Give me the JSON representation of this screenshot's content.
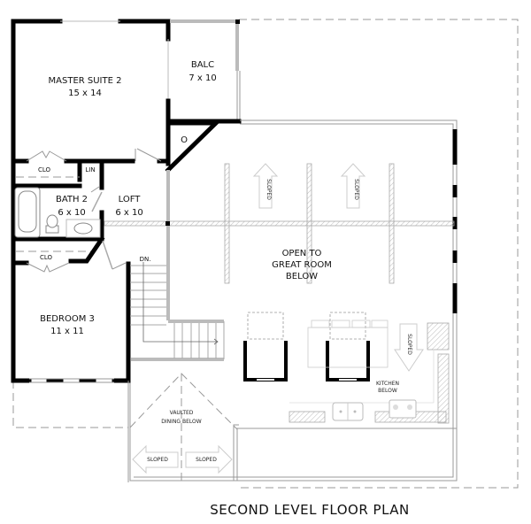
{
  "plan": {
    "title": "SECOND LEVEL FLOOR PLAN",
    "rooms": {
      "master_suite": {
        "name": "MASTER SUITE 2",
        "size": "15 x 14"
      },
      "balcony": {
        "name": "BALC",
        "size": "7 x 10"
      },
      "closet_master": {
        "name": "CLO"
      },
      "linen": {
        "name": "LIN"
      },
      "bath2": {
        "name": "BATH 2",
        "size": "6 x 10"
      },
      "loft": {
        "name": "LOFT",
        "size": "6 x 10"
      },
      "closet_bed3": {
        "name": "CLO"
      },
      "bedroom3": {
        "name": "BEDROOM 3",
        "size": "11 x 11"
      },
      "open_great_room": {
        "line1": "OPEN TO",
        "line2": "GREAT ROOM",
        "line3": "BELOW"
      },
      "vaulted_dining": {
        "line1": "VAULTED",
        "line2": "DINING BELOW"
      },
      "kitchen_below": {
        "line1": "KITCHEN",
        "line2": "BELOW"
      }
    },
    "annotations": {
      "stair_down": "DN.",
      "sloped_1": "SLOPED",
      "sloped_2": "SLOPED",
      "sloped_kitchen": "SLOPED",
      "sloped_dining_left": "SLOPED",
      "sloped_dining_right": "SLOPED",
      "chase_symbol": "O"
    }
  }
}
